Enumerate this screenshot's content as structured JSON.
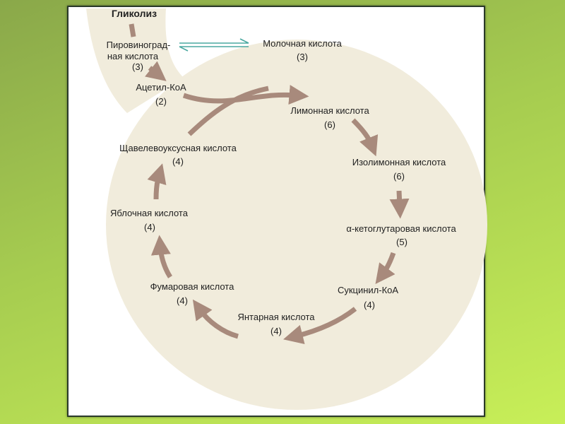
{
  "title": "Гликолиз",
  "nodes": {
    "pyruvate": {
      "line1": "Пировиноград-",
      "line2": "ная кислота",
      "carbons": "(3)"
    },
    "lactate": {
      "label": "Молочная кислота",
      "carbons": "(3)"
    },
    "acetyl_coa": {
      "label": "Ацетил-КоА",
      "carbons": "(2)"
    },
    "citrate": {
      "label": "Лимонная кислота",
      "carbons": "(6)"
    },
    "isocitrate": {
      "label": "Изолимонная кислота",
      "carbons": "(6)"
    },
    "alpha_ketoglutarate": {
      "label": "α-кетоглутаровая кислота",
      "carbons": "(5)"
    },
    "succinyl_coa": {
      "label": "Сукцинил-КоА",
      "carbons": "(4)"
    },
    "succinate": {
      "label": "Янтарная кислота",
      "carbons": "(4)"
    },
    "fumarate": {
      "label": "Фумаровая кислота",
      "carbons": "(4)"
    },
    "malate": {
      "label": "Яблочная кислота",
      "carbons": "(4)"
    },
    "oxaloacetate": {
      "label": "Щавелевоуксусная кислота",
      "carbons": "(4)"
    }
  },
  "colors": {
    "arrow": "#a88a7c",
    "equilibrium": "#4aa8a0",
    "blob": "#f1ecdc"
  }
}
